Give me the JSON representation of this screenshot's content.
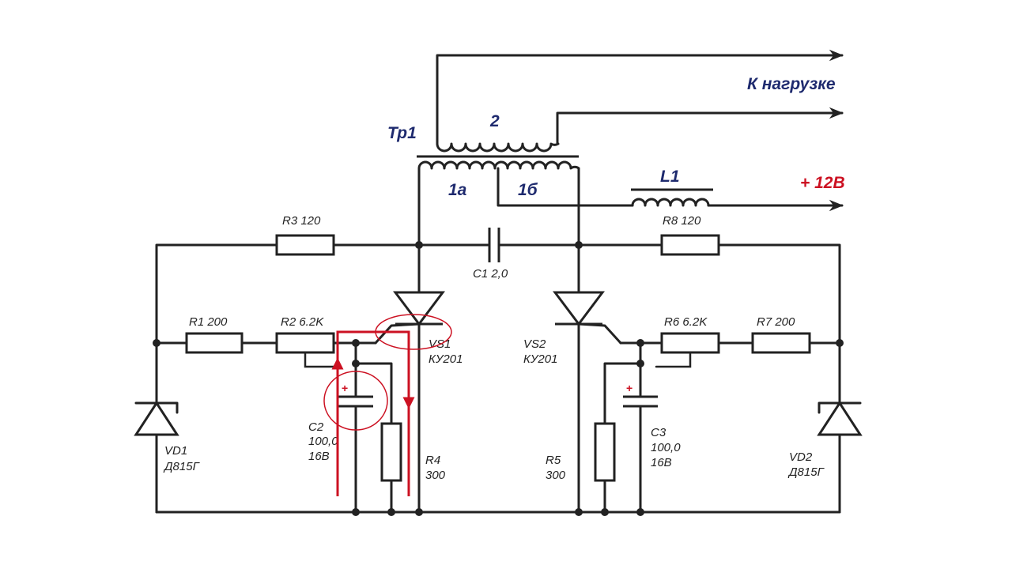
{
  "labels": {
    "load": "К нагрузке",
    "transformer": "Тр1",
    "winding_secondary": "2",
    "winding_1a": "1а",
    "winding_1b": "1б",
    "inductor": "L1",
    "supply": "+ 12В",
    "r3": "R3 120",
    "r8": "R8 120",
    "c1": "C1 2,0",
    "r1": "R1 200",
    "r2": "R2 6.2K",
    "r6": "R6 6.2K",
    "r7": "R7 200",
    "vs1_name": "VS1",
    "vs1_type": "КУ201",
    "vs2_name": "VS2",
    "vs2_type": "КУ201",
    "c2_name": "C2",
    "c2_value": "100,0",
    "c2_voltage": "16В",
    "c3_name": "C3",
    "c3_value": "100,0",
    "c3_voltage": "16В",
    "r4_name": "R4",
    "r4_value": "300",
    "r5_name": "R5",
    "r5_value": "300",
    "vd1_name": "VD1",
    "vd1_type": "Д815Г",
    "vd2_name": "VD2",
    "vd2_type": "Д815Г",
    "c2_plus": "+",
    "c3_plus": "+"
  },
  "colors": {
    "wire": "#222222",
    "heading_text": "#1e2a6e",
    "highlight": "#cc1122"
  }
}
